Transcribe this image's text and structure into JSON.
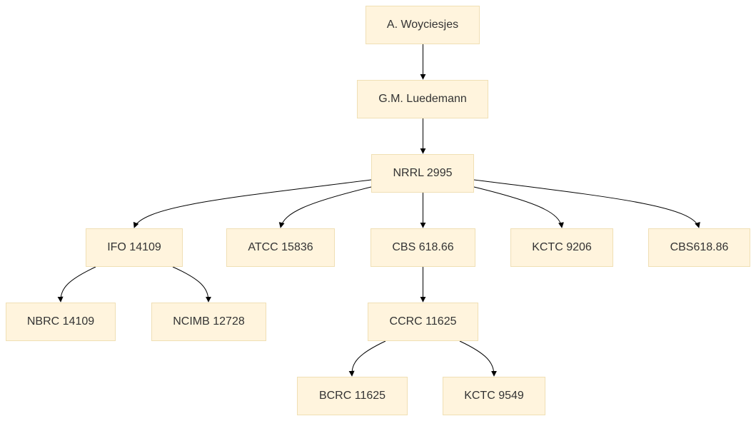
{
  "diagram": {
    "node_fill": "#fff4dd",
    "node_border": "#f0dfb4",
    "edge_color": "#000000",
    "nodes": [
      {
        "id": "woyciesjes",
        "label": "A. Woyciesjes"
      },
      {
        "id": "luedemann",
        "label": "G.M. Luedemann"
      },
      {
        "id": "nrrl2995",
        "label": "NRRL 2995"
      },
      {
        "id": "ifo14109",
        "label": "IFO 14109"
      },
      {
        "id": "atcc15836",
        "label": "ATCC 15836"
      },
      {
        "id": "cbs61866",
        "label": "CBS 618.66"
      },
      {
        "id": "kctc9206",
        "label": "KCTC 9206"
      },
      {
        "id": "cbs61886",
        "label": "CBS618.86"
      },
      {
        "id": "nbrc14109",
        "label": "NBRC 14109"
      },
      {
        "id": "ncimb12728",
        "label": "NCIMB 12728"
      },
      {
        "id": "ccrc11625",
        "label": "CCRC 11625"
      },
      {
        "id": "bcrc11625",
        "label": "BCRC 11625"
      },
      {
        "id": "kctc9549",
        "label": "KCTC 9549"
      }
    ],
    "edges": [
      {
        "from": "woyciesjes",
        "to": "luedemann"
      },
      {
        "from": "luedemann",
        "to": "nrrl2995"
      },
      {
        "from": "nrrl2995",
        "to": "ifo14109"
      },
      {
        "from": "nrrl2995",
        "to": "atcc15836"
      },
      {
        "from": "nrrl2995",
        "to": "cbs61866"
      },
      {
        "from": "nrrl2995",
        "to": "kctc9206"
      },
      {
        "from": "nrrl2995",
        "to": "cbs61886"
      },
      {
        "from": "ifo14109",
        "to": "nbrc14109"
      },
      {
        "from": "ifo14109",
        "to": "ncimb12728"
      },
      {
        "from": "cbs61866",
        "to": "ccrc11625"
      },
      {
        "from": "ccrc11625",
        "to": "bcrc11625"
      },
      {
        "from": "ccrc11625",
        "to": "kctc9549"
      }
    ]
  }
}
